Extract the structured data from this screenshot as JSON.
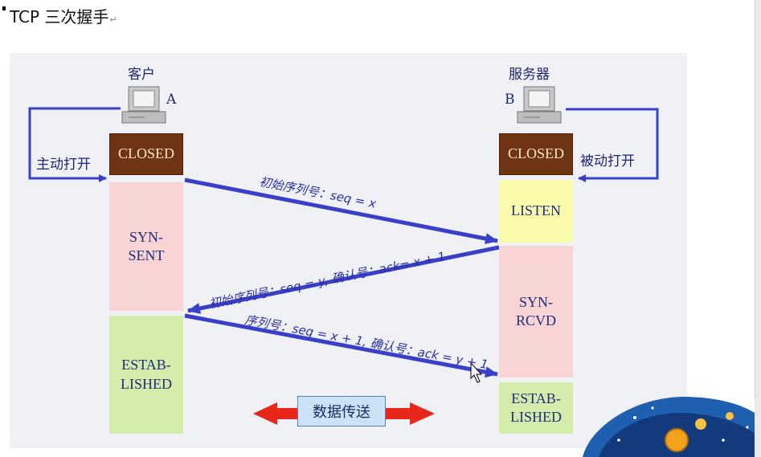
{
  "title": "TCP 三次握手",
  "return_mark": "↵",
  "client": {
    "label": "客户",
    "letter": "A",
    "action": "主动打开"
  },
  "server": {
    "label": "服务器",
    "letter": "B",
    "action": "被动打开"
  },
  "client_states": [
    "CLOSED",
    "SYN-\nSENT",
    "ESTAB-\nLISHED"
  ],
  "server_states": [
    "CLOSED",
    "LISTEN",
    "SYN-\nRCVD",
    "ESTAB-\nLISHED"
  ],
  "messages": [
    "初始序列号：seq = x",
    "初始序列号：seq = y, 确认号：ack= x + 1",
    "序列号：seq = x + 1, 确认号：ack = y + 1"
  ],
  "transfer_label": "数据传送",
  "colors": {
    "arrow_blue": "#3a3fc8",
    "closed_fill": "#6e3414",
    "syn_fill": "#f8d4d4",
    "listen_fill": "#fbfbac",
    "established_fill": "#d3ecab",
    "transfer_arrow": "#e8261b"
  },
  "icons": [
    "computer-icon",
    "computer-icon",
    "double-headed-arrow-icon",
    "mouse-cursor-icon",
    "decorative-planet-icon"
  ]
}
